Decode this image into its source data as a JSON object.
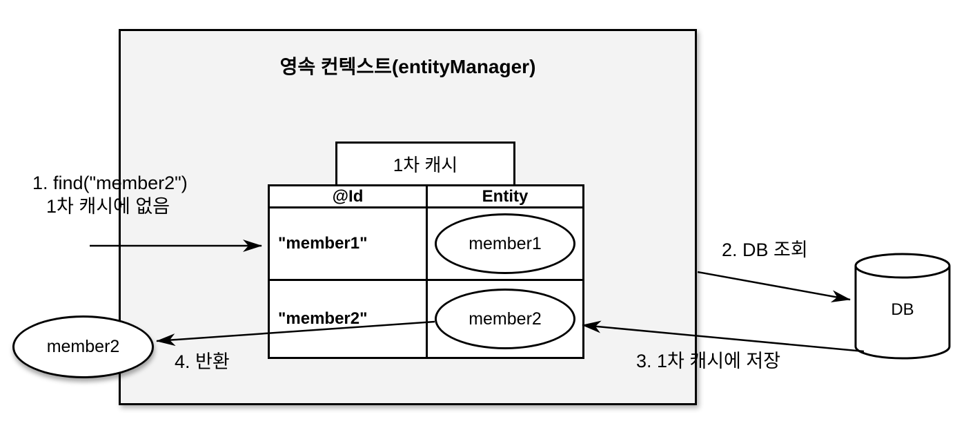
{
  "diagram": {
    "persistence_context": {
      "title": "영속 컨텍스트(entityManager)",
      "fill": "#f3f3f3"
    },
    "first_level_cache": {
      "label": "1차 캐시",
      "table": {
        "headers": [
          "@Id",
          "Entity"
        ],
        "rows": [
          {
            "id": "\"member1\"",
            "entity": "member1"
          },
          {
            "id": "\"member2\"",
            "entity": "member2"
          }
        ]
      }
    },
    "database": {
      "label": "DB"
    },
    "returned_entity": {
      "label": "member2"
    },
    "steps": {
      "step1": {
        "line1": "1. find(\"member2\")",
        "line2": "1차 캐시에 없음"
      },
      "step2": {
        "label": "2. DB 조회"
      },
      "step3": {
        "label": "3. 1차 캐시에 저장"
      },
      "step4": {
        "label": "4. 반환"
      }
    },
    "colors": {
      "stroke": "#000000",
      "background": "#ffffff"
    }
  }
}
